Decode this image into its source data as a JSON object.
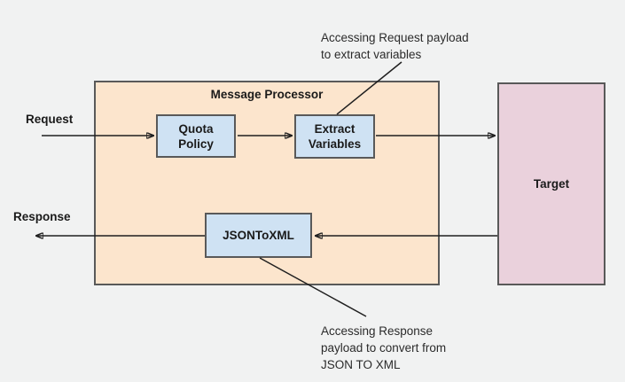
{
  "diagram": {
    "title": "Message Processor",
    "flow_labels": {
      "request": "Request",
      "response": "Response"
    },
    "nodes": {
      "quota_policy": "Quota Policy",
      "extract_variables": "Extract Variables",
      "json_to_xml": "JSONToXML",
      "target": "Target"
    },
    "annotations": {
      "request_payload": {
        "lines": [
          "Accessing Request payload",
          "to extract variables"
        ]
      },
      "response_payload": {
        "lines": [
          "Accessing Response",
          "payload to convert from",
          "JSON TO XML"
        ]
      }
    },
    "colors": {
      "background": "#f1f2f2",
      "processor_fill": "#fce5cd",
      "policy_node_fill": "#cfe2f3",
      "target_fill": "#ead1dc",
      "border": "#595959",
      "connector_line": "#1f1f1f",
      "text": "#1a1a1a"
    }
  }
}
